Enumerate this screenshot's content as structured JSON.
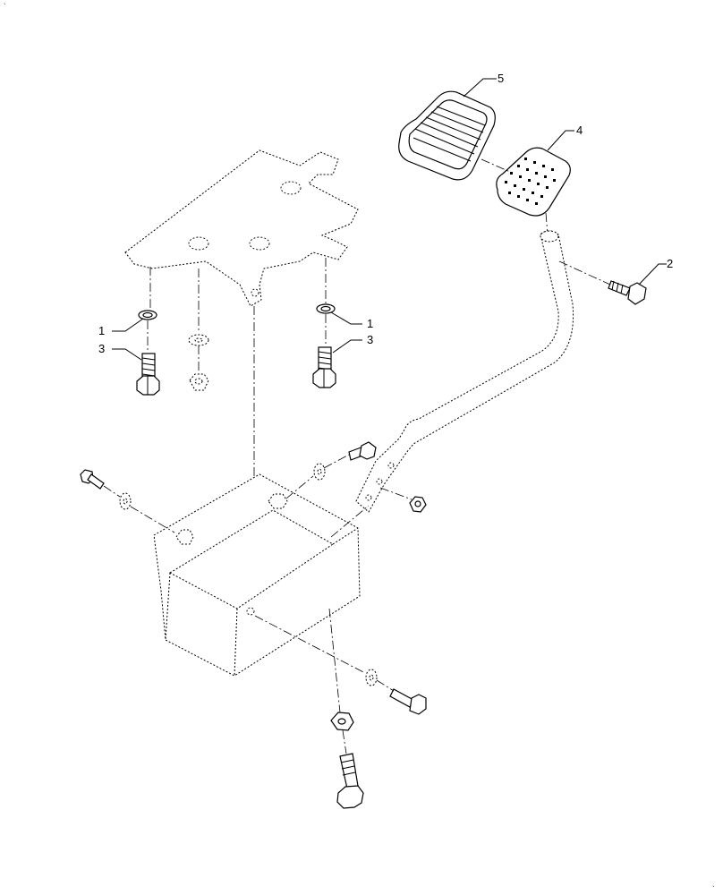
{
  "callouts": {
    "c1_left": "1",
    "c3_left": "3",
    "c1_right": "1",
    "c3_right": "3",
    "c2": "2",
    "c4": "4",
    "c5": "5"
  }
}
